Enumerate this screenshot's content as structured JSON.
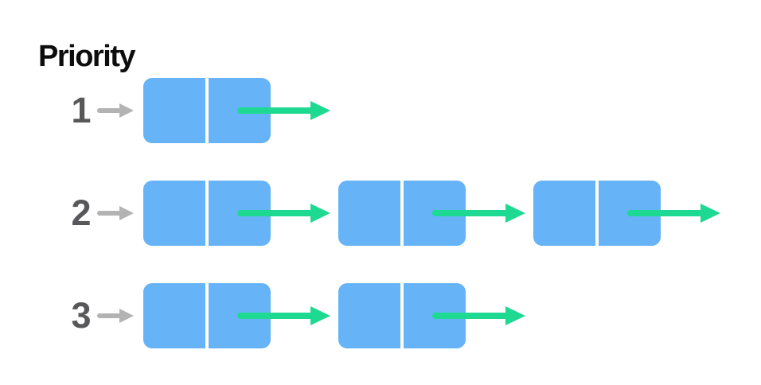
{
  "title": "Priority",
  "diagram": {
    "type": "priority-queue-linked-lists",
    "rows": [
      {
        "priority": "1",
        "node_count": 1
      },
      {
        "priority": "2",
        "node_count": 3
      },
      {
        "priority": "3",
        "node_count": 2
      }
    ],
    "node_cells": [
      "data",
      "next-pointer"
    ]
  },
  "colors": {
    "background": "#ffffff",
    "node_blue": "#66b3f8",
    "node_divider": "#ffffff",
    "pointer_green": "#1ed992",
    "priority_arrow_gray": "#b3b3b3",
    "priority_label_gray": "#58585a",
    "title_color": "#0d0d0d"
  }
}
